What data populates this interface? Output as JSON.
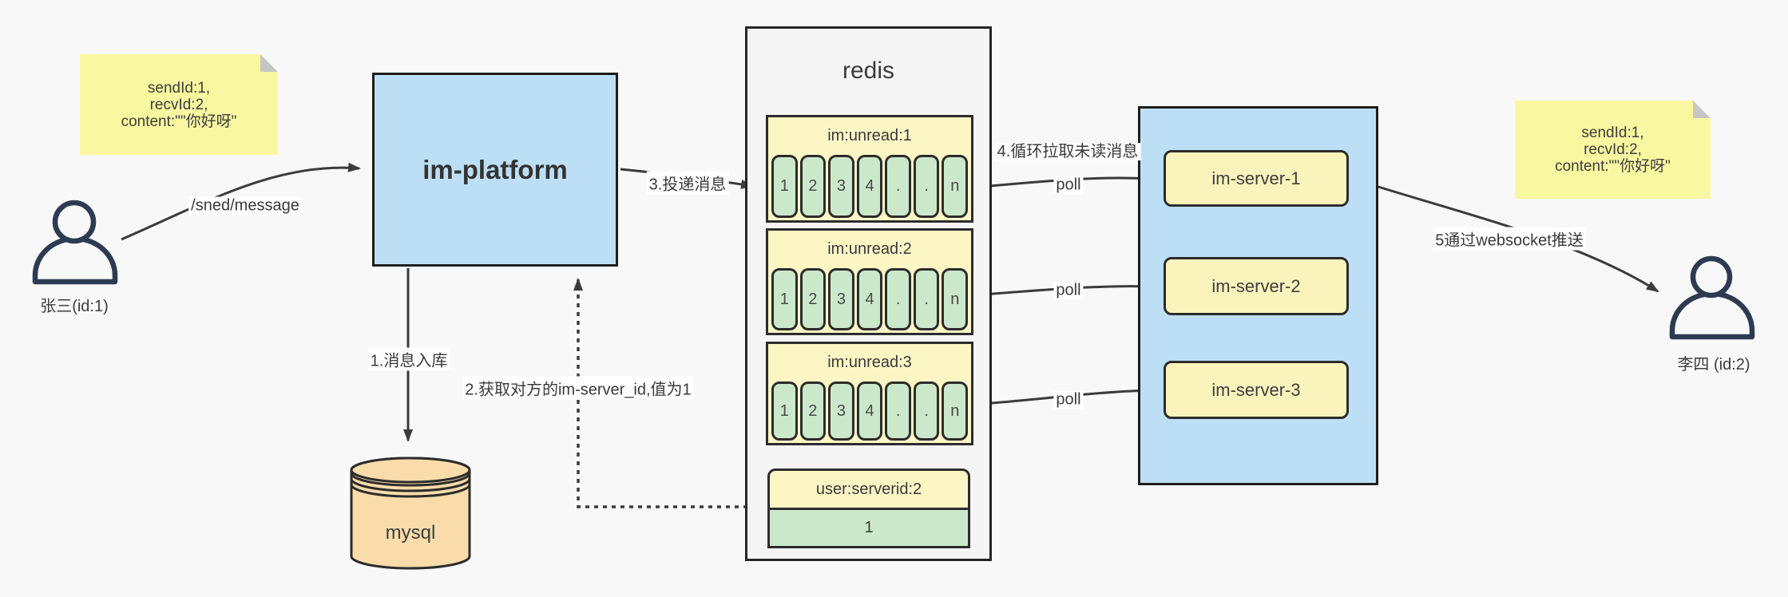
{
  "colors": {
    "background": "#f8f8f8",
    "node_blue": "#bddff5",
    "sticky_yellow": "#faf7a1",
    "box_yellow": "#fcf6c5",
    "server_yellow": "#faf4bc",
    "cell_green": "#cce8cb",
    "db_orange": "#f9dcaa",
    "line": "#3b3b3b"
  },
  "actors": {
    "sender": {
      "label": "张三(id:1)"
    },
    "receiver": {
      "label": "李四 (id:2)"
    }
  },
  "notes": {
    "left": {
      "line1": "sendId:1,",
      "line2": "recvId:2,",
      "line3": "content:\"\"你好呀\""
    },
    "right": {
      "line1": "sendId:1,",
      "line2": "recvId:2,",
      "line3": "content:\"\"你好呀\""
    }
  },
  "platform": {
    "label": "im-platform"
  },
  "database": {
    "label": "mysql"
  },
  "redis": {
    "title": "redis",
    "queues": [
      {
        "name": "im:unread:1",
        "cells": [
          "1",
          "2",
          "3",
          "4",
          ".",
          ".",
          "n"
        ]
      },
      {
        "name": "im:unread:2",
        "cells": [
          "1",
          "2",
          "3",
          "4",
          ".",
          ".",
          "n"
        ]
      },
      {
        "name": "im:unread:3",
        "cells": [
          "1",
          "2",
          "3",
          "4",
          ".",
          ".",
          "n"
        ]
      }
    ],
    "mapping": {
      "name": "user:serverid:2",
      "value": "1"
    }
  },
  "servers": [
    {
      "label": "im-server-1"
    },
    {
      "label": "im-server-2"
    },
    {
      "label": "im-server-3"
    }
  ],
  "edges": {
    "send_endpoint": "/sned/message",
    "step1": "1.消息入库",
    "step2": "2.获取对方的im-server_id,值为1",
    "step3": "3.投递消息",
    "step4": "4.循环拉取未读消息",
    "step5": "5通过websocket推送",
    "poll": "poll"
  }
}
